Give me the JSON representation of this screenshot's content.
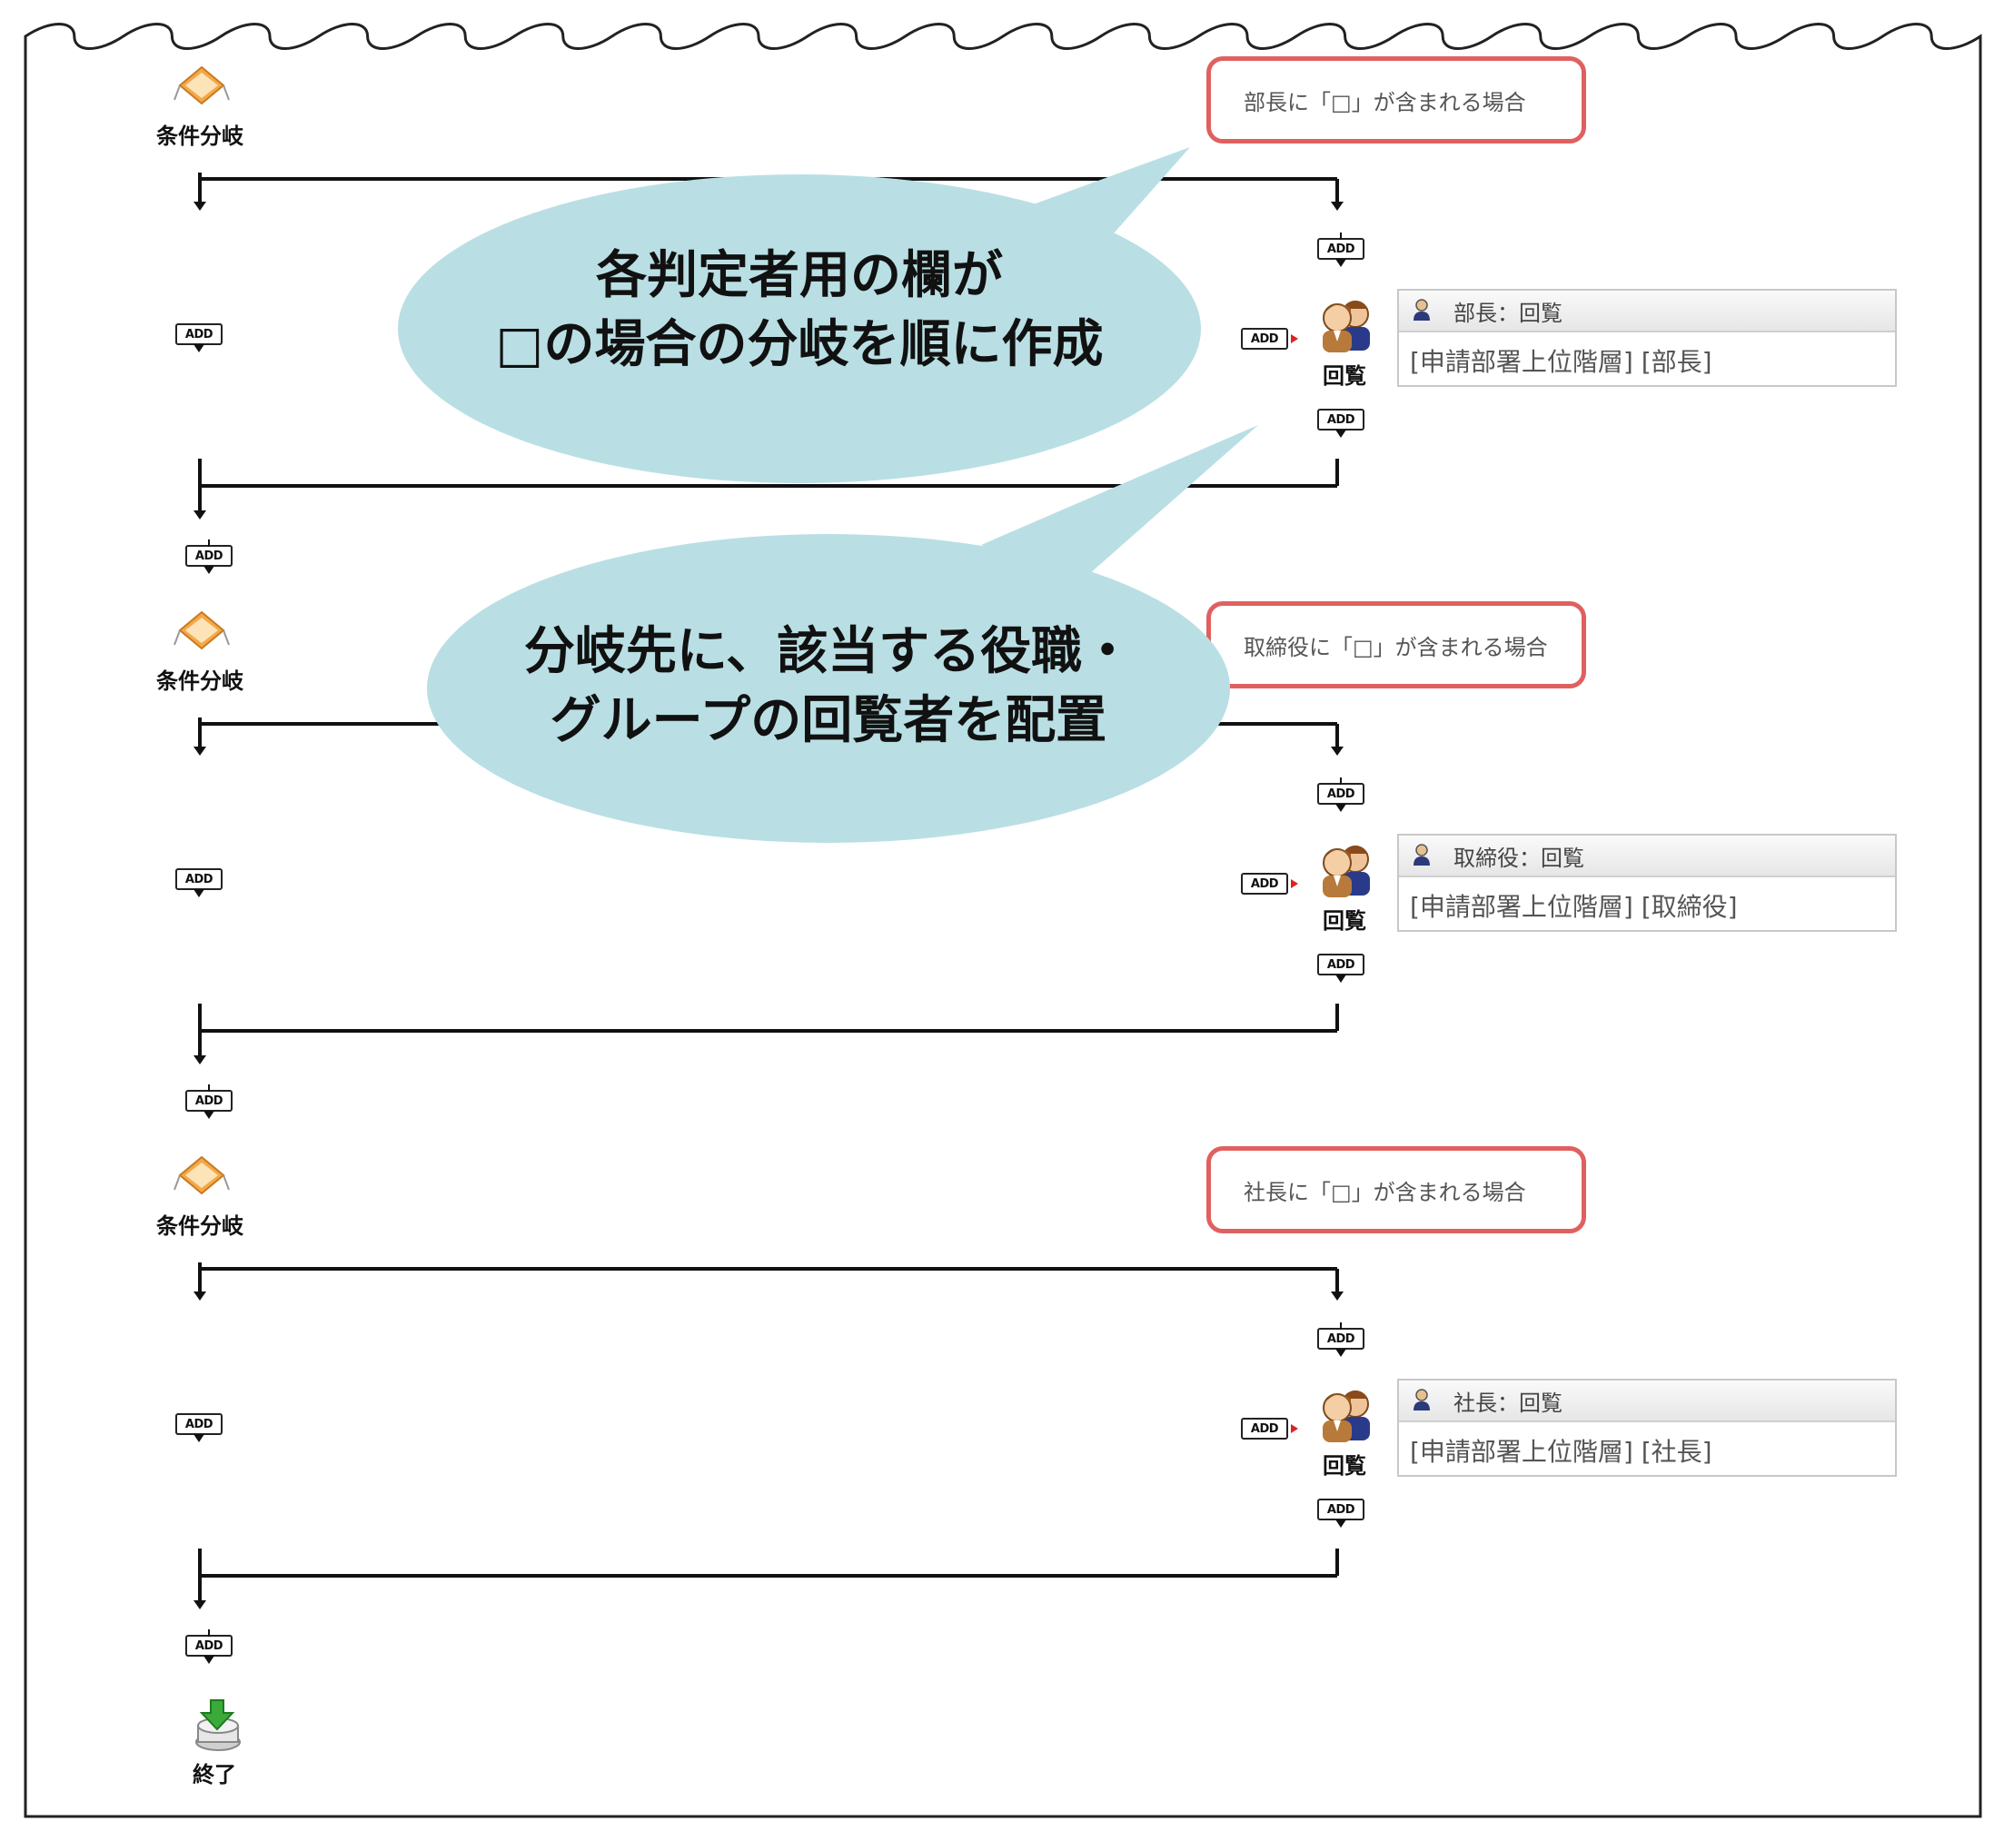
{
  "callouts": {
    "top": {
      "line1": "各判定者用の欄が",
      "line2": "□の場合の分岐を順に作成"
    },
    "middle": {
      "line1": "分岐先に、該当する役職・",
      "line2": "グループの回覧者を配置"
    }
  },
  "nodes": {
    "condition_label": "条件分岐",
    "add_label": "ADD",
    "kairan_label": "回覧",
    "end_label": "終了"
  },
  "branches": [
    {
      "condition": "部長に「□」が含まれる場合",
      "step_title": "部長：回覧",
      "step_target": "[申請部署上位階層] [部長]"
    },
    {
      "condition": "取締役に「□」が含まれる場合",
      "step_title": "取締役：回覧",
      "step_target": "[申請部署上位階層] [取締役]"
    },
    {
      "condition": "社長に「□」が含まれる場合",
      "step_title": "社長：回覧",
      "step_target": "[申請部署上位階層] [社長]"
    }
  ],
  "colors": {
    "callout_fill": "#b9dfe4",
    "condition_border": "#e06060",
    "condition_icon": "#f0a040",
    "end_icon": "#3aaa3a"
  }
}
